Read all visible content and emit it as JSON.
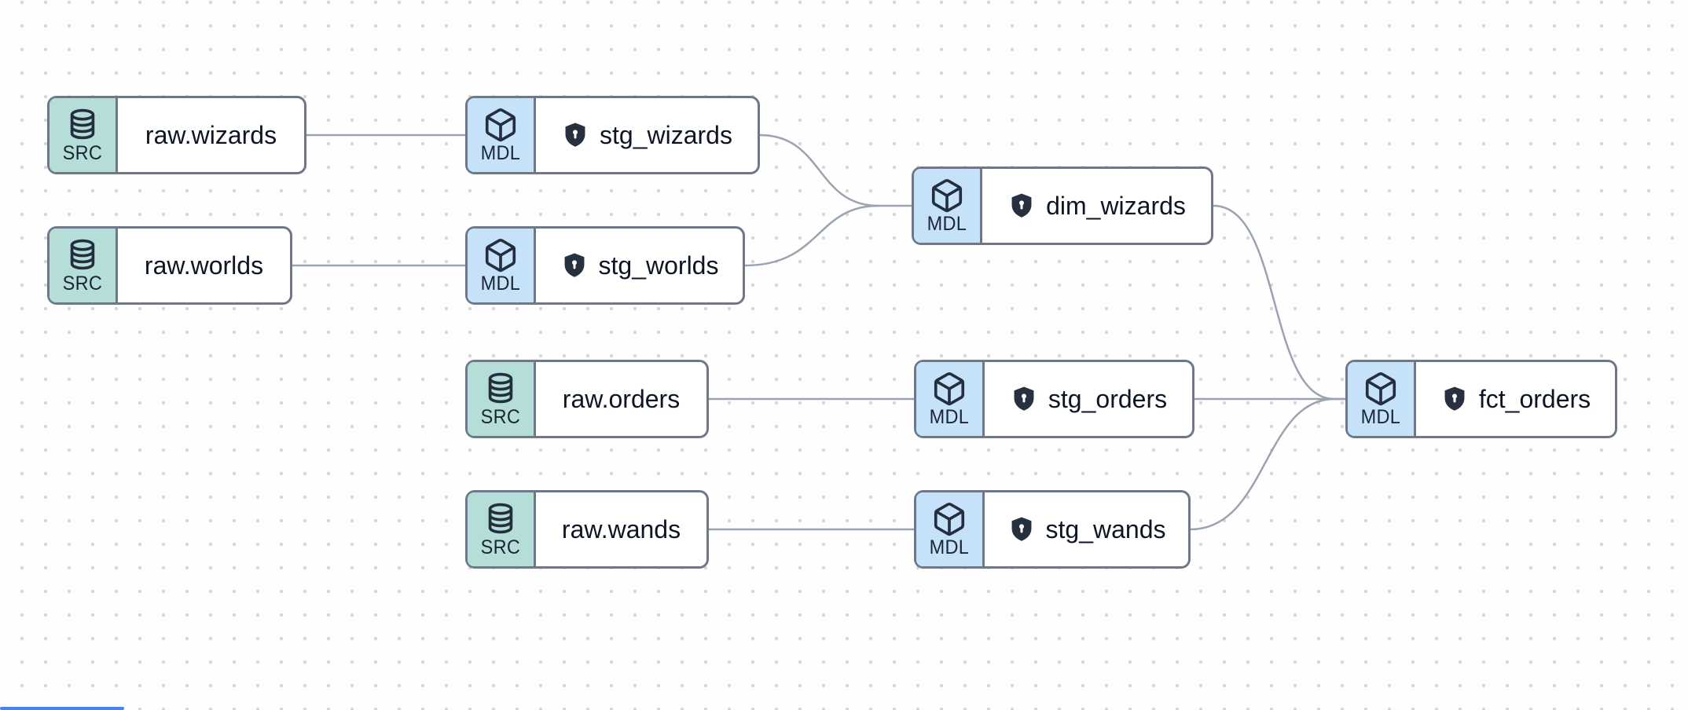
{
  "app": {
    "view": "data-lineage-graph"
  },
  "colors": {
    "background": "#fefefe",
    "dot_grid": "#d7d7d7",
    "node_border": "#6e7888",
    "src_badge_bg": "#b5ded9",
    "mdl_badge_bg": "#c6e2f8",
    "edge": "#9aa3b2",
    "icon": "#232e3f",
    "shield_fill": "#27303f",
    "text": "#0d1524",
    "scrollbar": "#4b80f6"
  },
  "nodes": [
    {
      "badge": "SRC",
      "label": "raw.wizards",
      "icon": "database-icon",
      "shield": false
    },
    {
      "badge": "MDL",
      "label": "stg_wizards",
      "icon": "cube-icon",
      "shield": true
    },
    {
      "badge": "SRC",
      "label": "raw.worlds",
      "icon": "database-icon",
      "shield": false
    },
    {
      "badge": "MDL",
      "label": "stg_worlds",
      "icon": "cube-icon",
      "shield": true
    },
    {
      "badge": "MDL",
      "label": "dim_wizards",
      "icon": "cube-icon",
      "shield": true
    },
    {
      "badge": "SRC",
      "label": "raw.orders",
      "icon": "database-icon",
      "shield": false
    },
    {
      "badge": "MDL",
      "label": "stg_orders",
      "icon": "cube-icon",
      "shield": true
    },
    {
      "badge": "SRC",
      "label": "raw.wands",
      "icon": "database-icon",
      "shield": false
    },
    {
      "badge": "MDL",
      "label": "stg_wands",
      "icon": "cube-icon",
      "shield": true
    },
    {
      "badge": "MDL",
      "label": "fct_orders",
      "icon": "cube-icon",
      "shield": true
    }
  ],
  "edges": [
    {
      "from": "raw.wizards",
      "to": "stg_wizards"
    },
    {
      "from": "raw.worlds",
      "to": "stg_worlds"
    },
    {
      "from": "stg_wizards",
      "to": "dim_wizards"
    },
    {
      "from": "stg_worlds",
      "to": "dim_wizards"
    },
    {
      "from": "dim_wizards",
      "to": "fct_orders"
    },
    {
      "from": "raw.orders",
      "to": "stg_orders"
    },
    {
      "from": "stg_orders",
      "to": "fct_orders"
    },
    {
      "from": "raw.wands",
      "to": "stg_wands"
    },
    {
      "from": "stg_wands",
      "to": "fct_orders"
    }
  ]
}
